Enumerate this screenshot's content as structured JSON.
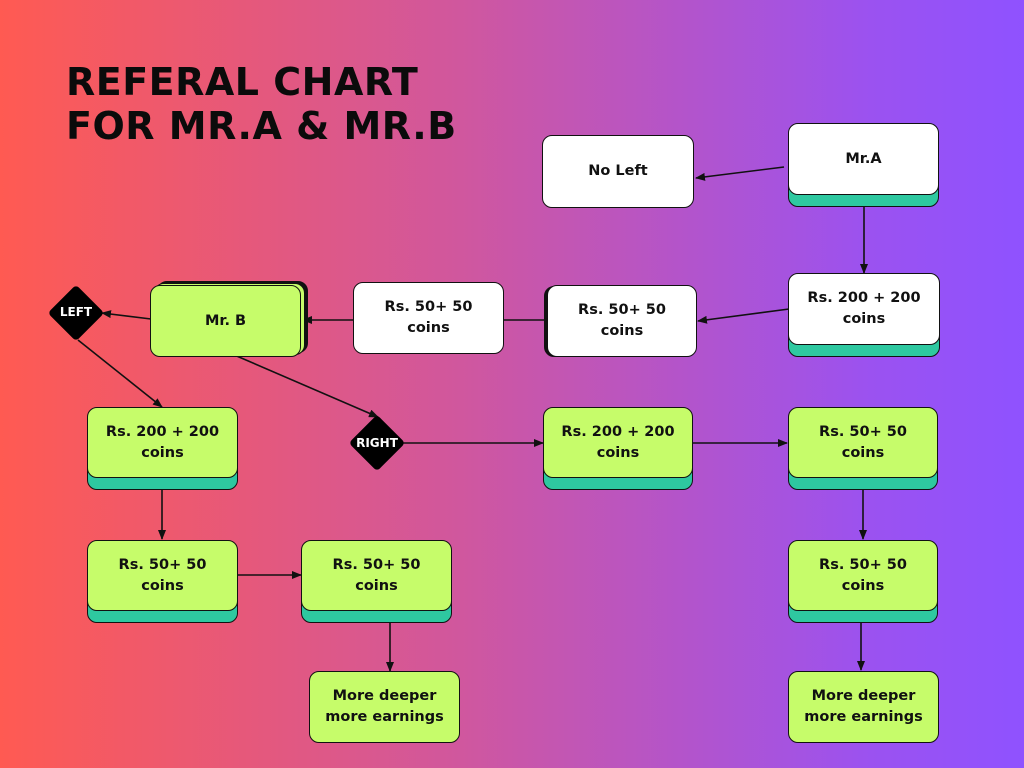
{
  "title": {
    "line1": "REFERAL CHART",
    "line2": "FOR MR.A & MR.B"
  },
  "nodes": {
    "mr_a": "Mr.A",
    "no_left": "No Left",
    "a_child_200": "Rs. 200 + 200 coins",
    "a_child_50": "Rs. 50+ 50 coins",
    "b_parent_50": "Rs. 50+ 50 coins",
    "mr_b": "Mr. B",
    "left": "LEFT",
    "right": "RIGHT",
    "left_200": "Rs. 200 + 200 coins",
    "left_50": "Rs. 50+ 50 coins",
    "left_50_next": "Rs. 50+ 50 coins",
    "left_deeper": "More deeper more earnings",
    "right_200": "Rs. 200 + 200 coins",
    "right_50": "Rs. 50+ 50 coins",
    "right_50_down": "Rs. 50+ 50 coins",
    "right_deeper": "More deeper more earnings"
  },
  "colors": {
    "white_box": "#ffffff",
    "green_box": "#c6fc6a",
    "teal_shadow": "#2ec8a0",
    "diamond": "#000000"
  }
}
